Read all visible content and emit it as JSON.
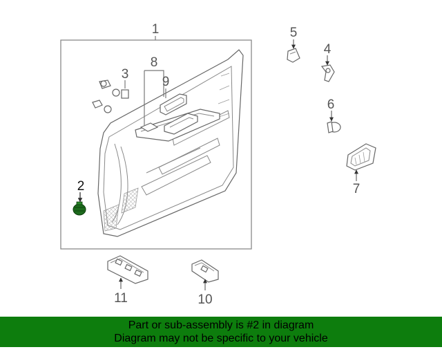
{
  "diagram": {
    "callouts": [
      {
        "id": "1",
        "label": "1"
      },
      {
        "id": "2",
        "label": "2",
        "highlighted": true
      },
      {
        "id": "3",
        "label": "3"
      },
      {
        "id": "4",
        "label": "4"
      },
      {
        "id": "5",
        "label": "5"
      },
      {
        "id": "6",
        "label": "6"
      },
      {
        "id": "7",
        "label": "7"
      },
      {
        "id": "8",
        "label": "8"
      },
      {
        "id": "9",
        "label": "9"
      },
      {
        "id": "10",
        "label": "10"
      },
      {
        "id": "11",
        "label": "11"
      }
    ],
    "highlight_color": "#1e6b1e",
    "line_color": "#777777"
  },
  "banner": {
    "line1": "Part or sub-assembly is #2 in diagram",
    "line2": "Diagram may not be specific to your vehicle",
    "background": "#0d7d0d"
  }
}
